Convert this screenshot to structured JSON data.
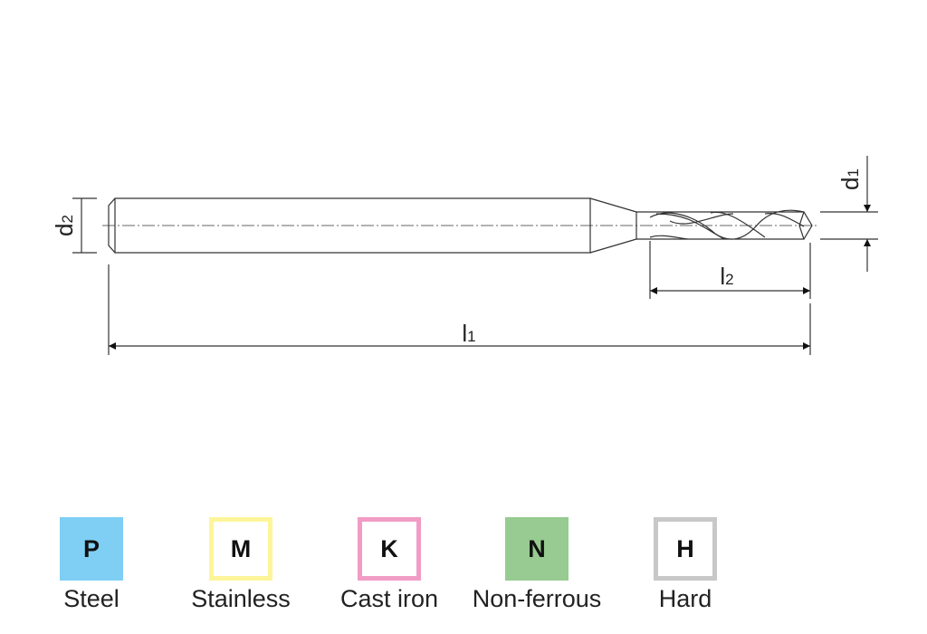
{
  "dimensions": {
    "d1": {
      "base": "d",
      "sub": "1"
    },
    "d2": {
      "base": "d",
      "sub": "2"
    },
    "l1": {
      "base": "l",
      "sub": "1"
    },
    "l2": {
      "base": "l",
      "sub": "2"
    }
  },
  "materials": [
    {
      "letter": "P",
      "label": "Steel",
      "color": "#7fcff5",
      "filled": true
    },
    {
      "letter": "M",
      "label": "Stainless",
      "color": "#fdf59a",
      "filled": false
    },
    {
      "letter": "K",
      "label": "Cast iron",
      "color": "#f19cc5",
      "filled": false
    },
    {
      "letter": "N",
      "label": "Non-ferrous",
      "color": "#97cb91",
      "filled": true
    },
    {
      "letter": "H",
      "label": "Hard",
      "color": "#c8c8c8",
      "filled": false
    }
  ]
}
